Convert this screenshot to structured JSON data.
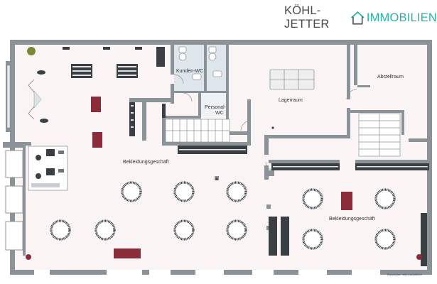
{
  "brand": {
    "left_text": "KÖHL-JETTER",
    "right_text": "IMMOBILIEN",
    "color_dark": "#4a4a4a",
    "color_accent": "#2bb3a8",
    "logo_icon": "house-roof-icon"
  },
  "rooms": {
    "kunden_wc": "Kunden-WC",
    "personal_wc_line1": "Personal-",
    "personal_wc_line2": "WC",
    "lagerraum": "Lagerraum",
    "abstellraum": "Abstellraum",
    "bekleidung_left": "Bekleidungsgeschäft",
    "bekleidung_right": "Bekleidungsgeschäft"
  },
  "footnote": "Exposéplan, nicht maßstäblich",
  "colors": {
    "wall": "#8c9398",
    "floor": "#fbf4f5",
    "wc_floor": "#dde6ea",
    "furniture": "#3a3f44"
  }
}
